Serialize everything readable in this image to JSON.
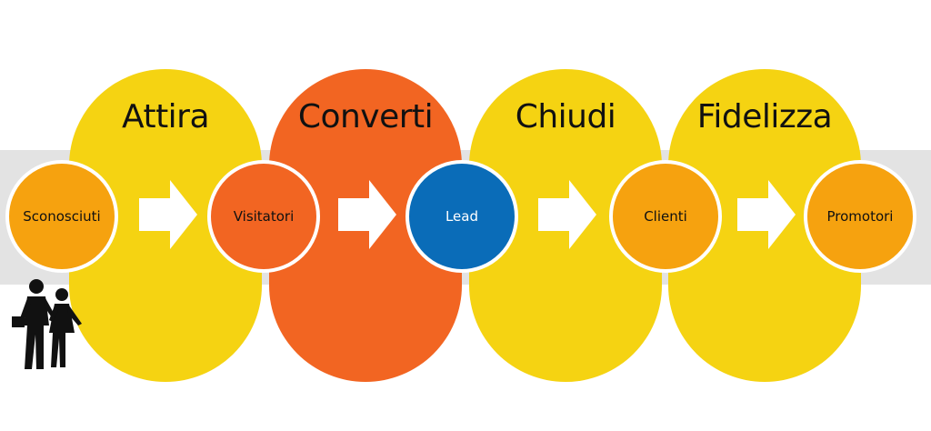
{
  "colors": {
    "yellow": "#f5d312",
    "red_orange": "#f26522",
    "node_orange": "#f6a20f",
    "node_red": "#f26522",
    "node_blue": "#0a6cb8",
    "band_gray": "#e3e3e3",
    "arrow": "#ffffff"
  },
  "stages": [
    {
      "title": "Attira"
    },
    {
      "title": "Converti"
    },
    {
      "title": "Chiudi"
    },
    {
      "title": "Fidelizza"
    }
  ],
  "nodes": [
    {
      "label": "Sconosciuti"
    },
    {
      "label": "Visitatori"
    },
    {
      "label": "Lead"
    },
    {
      "label": "Clienti"
    },
    {
      "label": "Promotori"
    }
  ],
  "icons": {
    "arrow": "arrow-right-icon",
    "people": "people-walking-icon"
  }
}
